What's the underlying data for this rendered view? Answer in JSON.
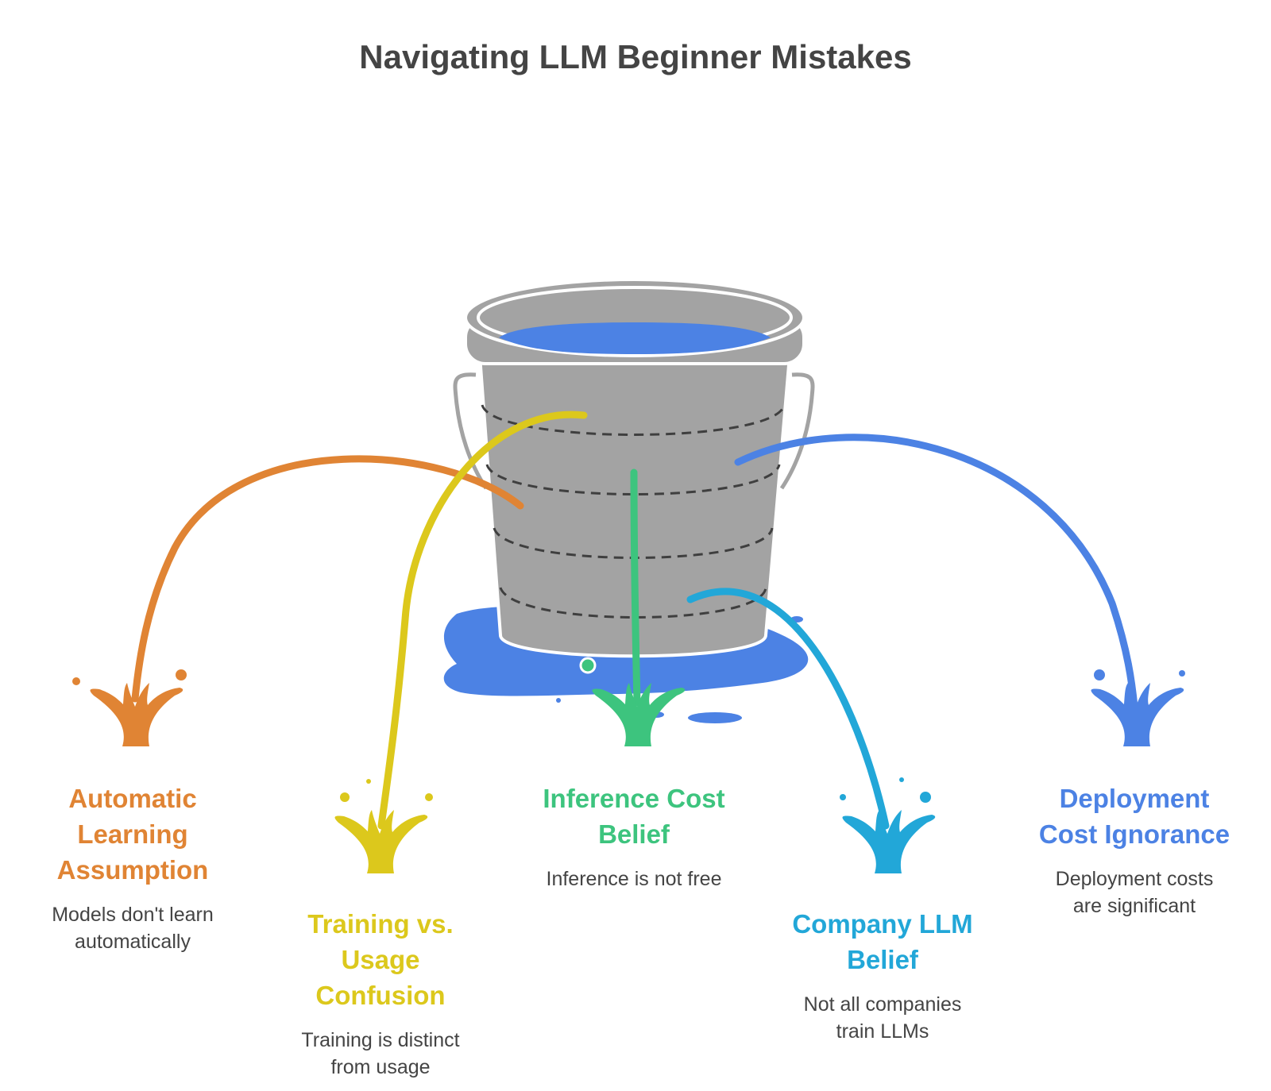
{
  "title": "Navigating LLM Beginner Mistakes",
  "items": [
    {
      "id": "automatic-learning",
      "title_lines": [
        "Automatic",
        "Learning",
        "Assumption"
      ],
      "desc_lines": [
        "Models don't learn",
        "automatically"
      ],
      "color": "#E08434"
    },
    {
      "id": "training-vs-usage",
      "title_lines": [
        "Training vs.",
        "Usage",
        "Confusion"
      ],
      "desc_lines": [
        "Training is distinct",
        "from usage"
      ],
      "color": "#DCC81C"
    },
    {
      "id": "inference-cost",
      "title_lines": [
        "Inference Cost",
        "Belief"
      ],
      "desc_lines": [
        "Inference is not free"
      ],
      "color": "#3DC47E"
    },
    {
      "id": "company-llm",
      "title_lines": [
        "Company LLM",
        "Belief"
      ],
      "desc_lines": [
        "Not all companies",
        "train LLMs"
      ],
      "color": "#22A7D8"
    },
    {
      "id": "deployment-cost",
      "title_lines": [
        "Deployment",
        "Cost Ignorance"
      ],
      "desc_lines": [
        "Deployment costs",
        "are significant"
      ],
      "color": "#4C82E4"
    }
  ],
  "colors": {
    "bucket_body": "#A3A3A3",
    "bucket_outline": "#FFFFFF",
    "water": "#4C82E4",
    "text": "#444444"
  }
}
